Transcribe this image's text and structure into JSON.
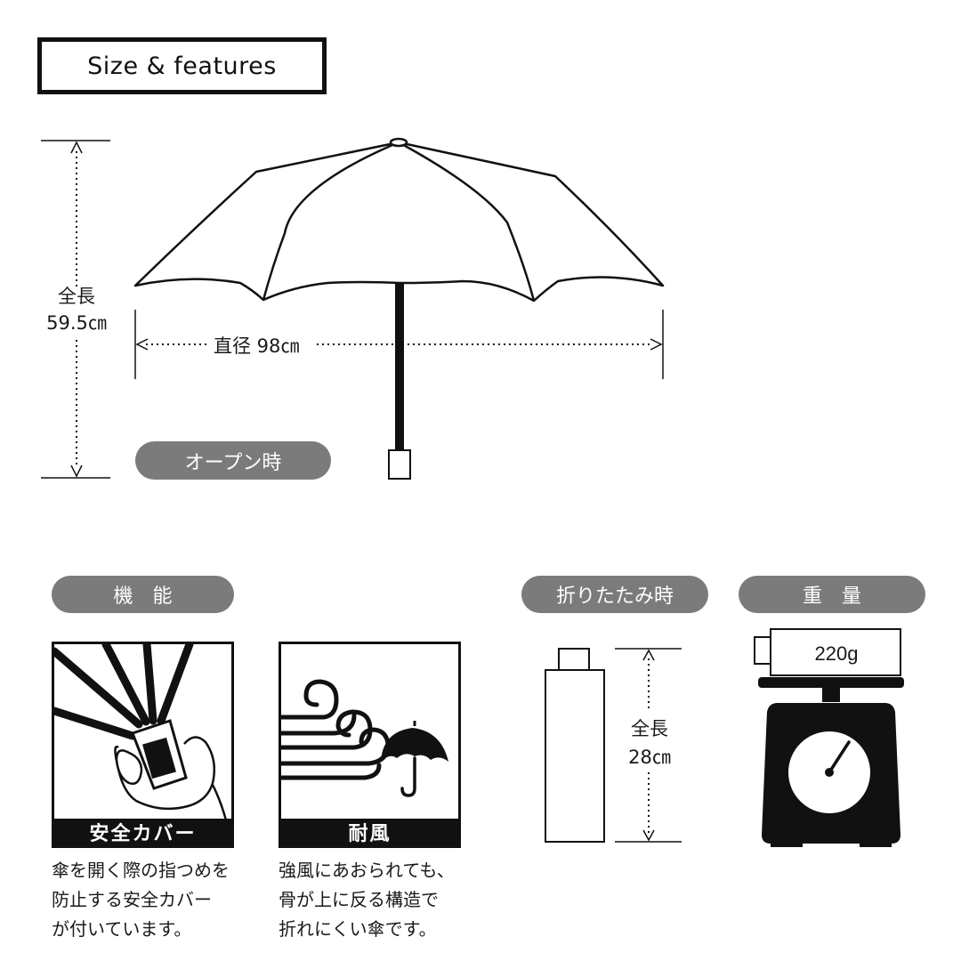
{
  "header": {
    "title": "Size & features"
  },
  "open": {
    "badge": "オープン時",
    "length_label": "全長",
    "length_value": "59.5㎝",
    "diameter_label": "直径 98㎝"
  },
  "features": {
    "badge": "機　能",
    "cards": [
      {
        "band": "安全カバー",
        "icon": "hand-safety-cover-icon",
        "lines": [
          "傘を開く際の指つめを",
          "防止する安全カバー",
          "が付いています。"
        ]
      },
      {
        "band": "耐風",
        "icon": "wind-umbrella-icon",
        "lines": [
          "強風にあおられても、",
          "骨が上に反る構造で",
          "折れにくい傘です。"
        ]
      }
    ]
  },
  "folded": {
    "badge": "折りたたみ時",
    "length_label": "全長",
    "length_value": "28㎝"
  },
  "weight": {
    "badge": "重　量",
    "value": "220g",
    "icon": "scale-icon"
  },
  "colors": {
    "badge_bg": "#7b7b7b",
    "ink": "#111111",
    "paper": "#ffffff"
  }
}
